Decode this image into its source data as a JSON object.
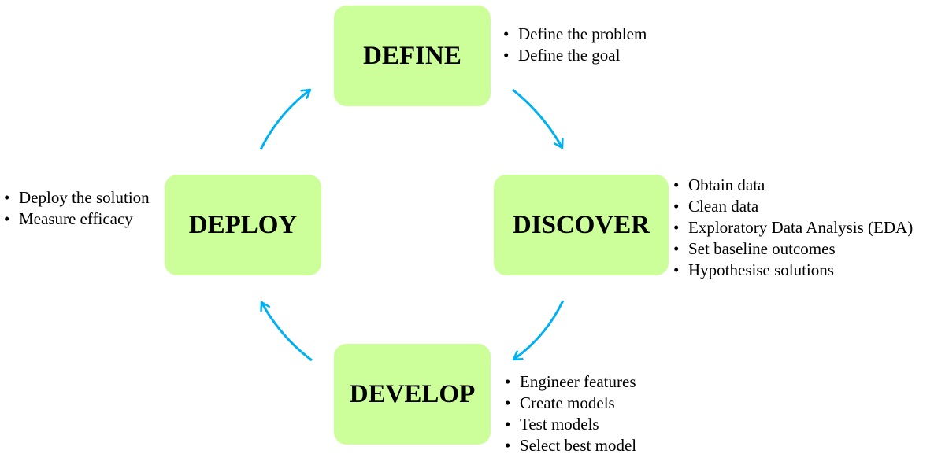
{
  "colors": {
    "box_fill": "#ccff99",
    "arrow": "#00b0f0",
    "text": "#000000"
  },
  "stages": {
    "define": {
      "title": "DEFINE",
      "items": [
        "Define the problem",
        "Define the goal"
      ]
    },
    "discover": {
      "title": "DISCOVER",
      "items": [
        "Obtain data",
        "Clean data",
        "Exploratory Data Analysis (EDA)",
        "Set baseline outcomes",
        "Hypothesise solutions"
      ]
    },
    "develop": {
      "title": "DEVELOP",
      "items": [
        "Engineer features",
        "Create models",
        "Test models",
        "Select best model"
      ]
    },
    "deploy": {
      "title": "DEPLOY",
      "items": [
        "Deploy the solution",
        "Measure efficacy"
      ]
    }
  }
}
